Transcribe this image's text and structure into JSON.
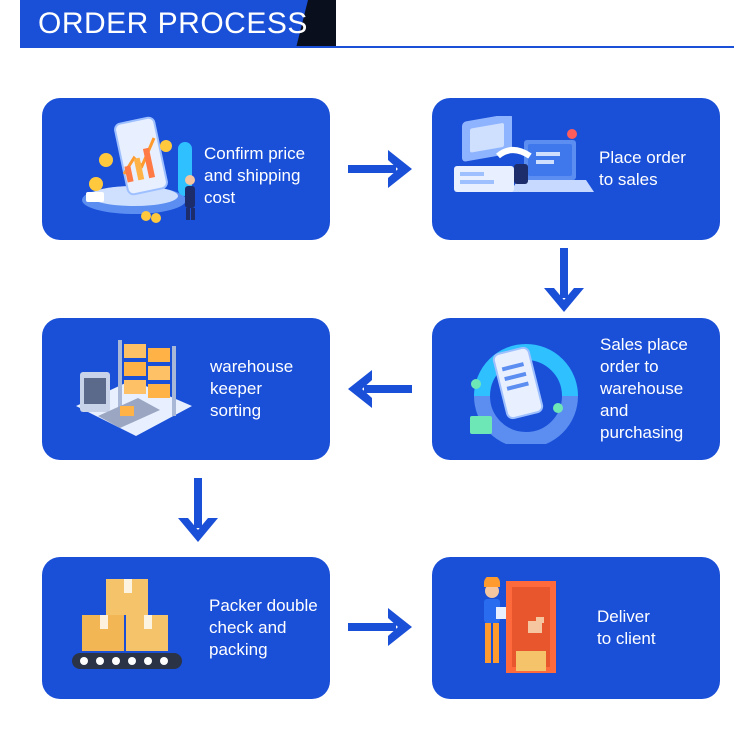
{
  "header": {
    "title": "ORDER PROCESS"
  },
  "steps": [
    {
      "label": "Confirm price\nand shipping\ncost",
      "icon": "price-chart-icon"
    },
    {
      "label": "Place order\nto sales",
      "icon": "laptop-order-icon"
    },
    {
      "label": "warehouse\nkeeper\nsorting",
      "icon": "warehouse-shelves-icon"
    },
    {
      "label": "Sales place\norder to\nwarehouse\nand\npurchasing",
      "icon": "phone-checklist-icon"
    },
    {
      "label": "Packer double\ncheck and\npacking",
      "icon": "boxes-conveyor-icon"
    },
    {
      "label": "Deliver\nto client",
      "icon": "delivery-person-icon"
    }
  ],
  "colors": {
    "accent": "#1a4fd8",
    "arrow": "#1a4fd8",
    "text_on_card": "#ffffff"
  }
}
